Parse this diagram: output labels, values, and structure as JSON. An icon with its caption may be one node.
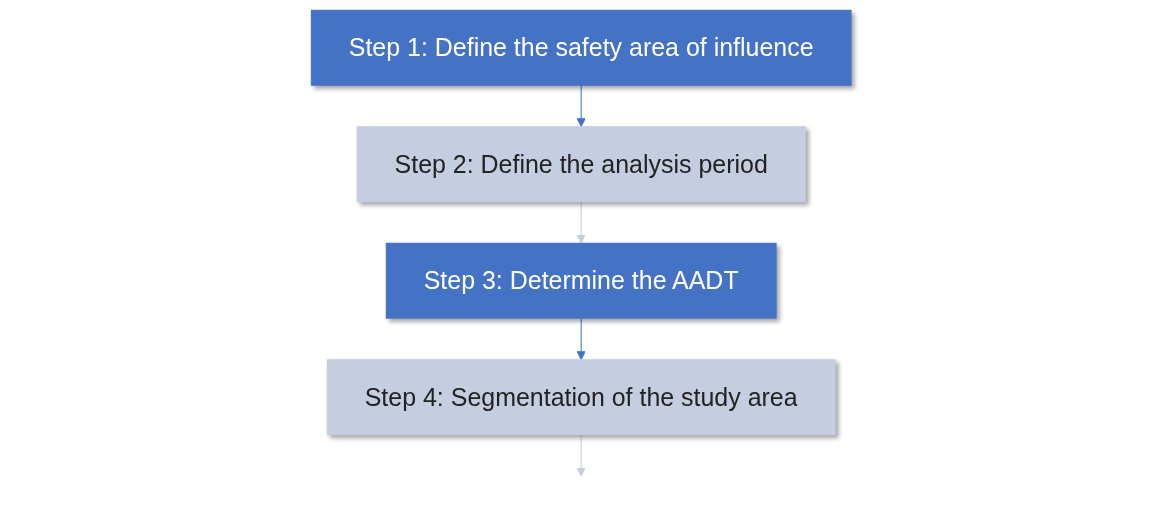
{
  "diagram": {
    "nodes": [
      {
        "text": [
          "Step 1: Define the safety area of influence"
        ]
      },
      {
        "text": [
          "Step 2: Define the analysis period"
        ]
      },
      {
        "text": [
          "Step 3: Determine the AADT"
        ]
      },
      {
        "text": [
          "Step 4: Segmentation of the study area"
        ]
      }
    ],
    "edges": [
      {
        "from": 0,
        "to": 1,
        "arrow": "to",
        "color": "#4472c4"
      },
      {
        "from": 1,
        "to": 2,
        "arrow": "to",
        "color": "#c5cde0"
      },
      {
        "from": 2,
        "to": 3,
        "arrow": "to",
        "color": "#4472c4"
      },
      {
        "from": 3,
        "to": null,
        "arrow": "to",
        "color": "#c5cde0"
      }
    ]
  }
}
